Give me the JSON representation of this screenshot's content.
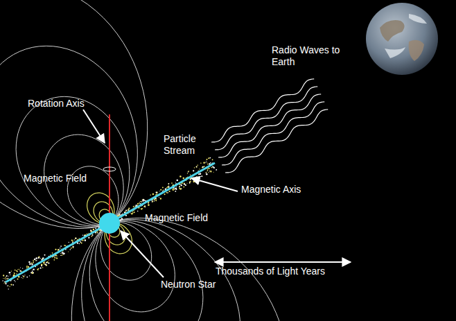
{
  "diagram": {
    "labels": [
      "Radio Waves to Earth",
      "Rotation Axis",
      "Particle Stream",
      "Magnetic Field",
      "Magnetic Axis",
      "Magnetic Field",
      "Thousands of Light Years",
      "Neutron Star"
    ]
  }
}
